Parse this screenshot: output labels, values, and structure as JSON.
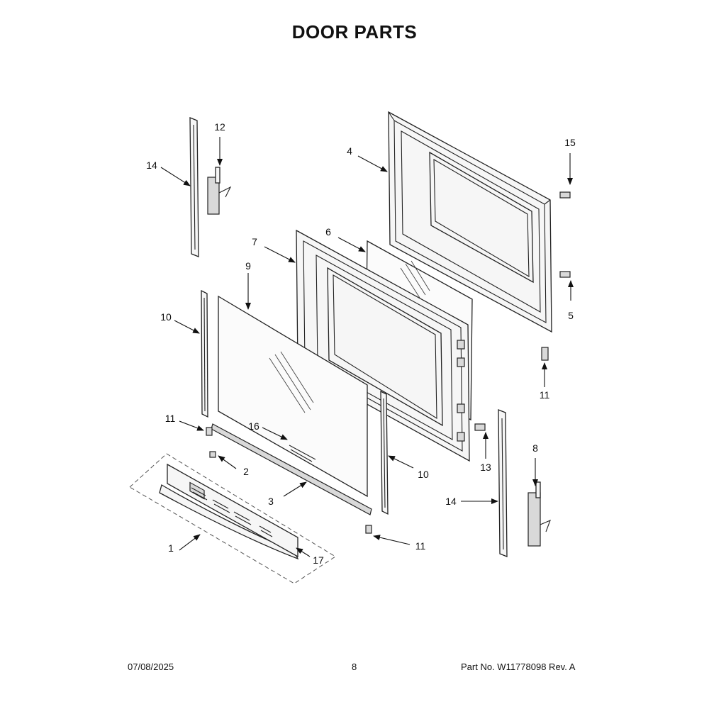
{
  "title": "DOOR PARTS",
  "footer": {
    "date": "07/08/2025",
    "page": "8",
    "part_no": "Part No.  W11778098  Rev.  A"
  },
  "callouts": {
    "c1": "1",
    "c2": "2",
    "c3": "3",
    "c4": "4",
    "c5": "5",
    "c6": "6",
    "c7": "7",
    "c8": "8",
    "c9": "9",
    "c10a": "10",
    "c10b": "10",
    "c11a": "11",
    "c11b": "11",
    "c11c": "11",
    "c12": "12",
    "c13": "13",
    "c14a": "14",
    "c14b": "14",
    "c15": "15",
    "c16": "16",
    "c17": "17"
  }
}
